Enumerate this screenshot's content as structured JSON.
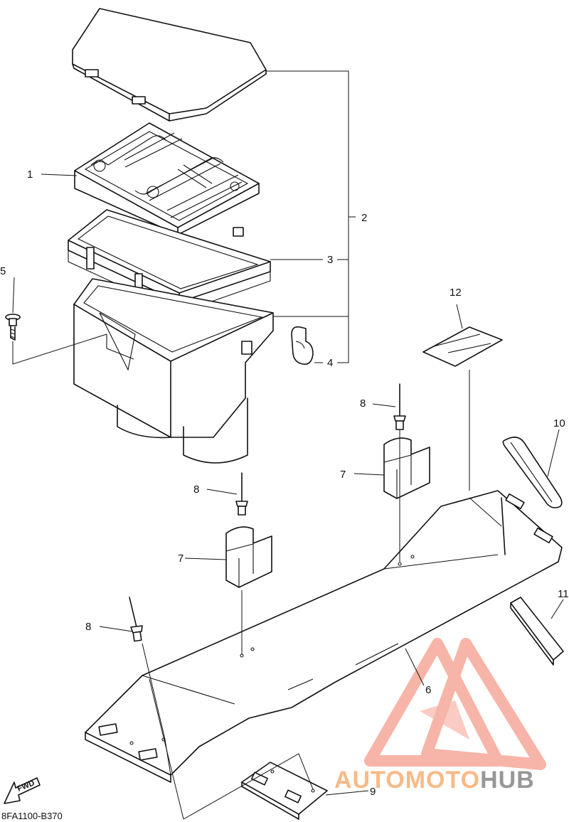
{
  "diagram": {
    "callouts": [
      {
        "id": "c1",
        "text": "1"
      },
      {
        "id": "c2",
        "text": "2"
      },
      {
        "id": "c3",
        "text": "3"
      },
      {
        "id": "c4",
        "text": "4"
      },
      {
        "id": "c5",
        "text": "5"
      },
      {
        "id": "c6",
        "text": "6"
      },
      {
        "id": "c7a",
        "text": "7"
      },
      {
        "id": "c7b",
        "text": "7"
      },
      {
        "id": "c8a",
        "text": "8"
      },
      {
        "id": "c8b",
        "text": "8"
      },
      {
        "id": "c8c",
        "text": "8"
      },
      {
        "id": "c9",
        "text": "9"
      },
      {
        "id": "c10",
        "text": "10"
      },
      {
        "id": "c11",
        "text": "11"
      },
      {
        "id": "c12",
        "text": "12"
      }
    ],
    "drawing_code": "8FA1100-B370",
    "fwd_label": "FWD"
  },
  "watermark": {
    "part1": "AUTOMOTO",
    "part2": "HUB",
    "color_light": "#f5a99a",
    "color_orange": "#f6b27a",
    "color_gray": "#8c8c8c"
  }
}
